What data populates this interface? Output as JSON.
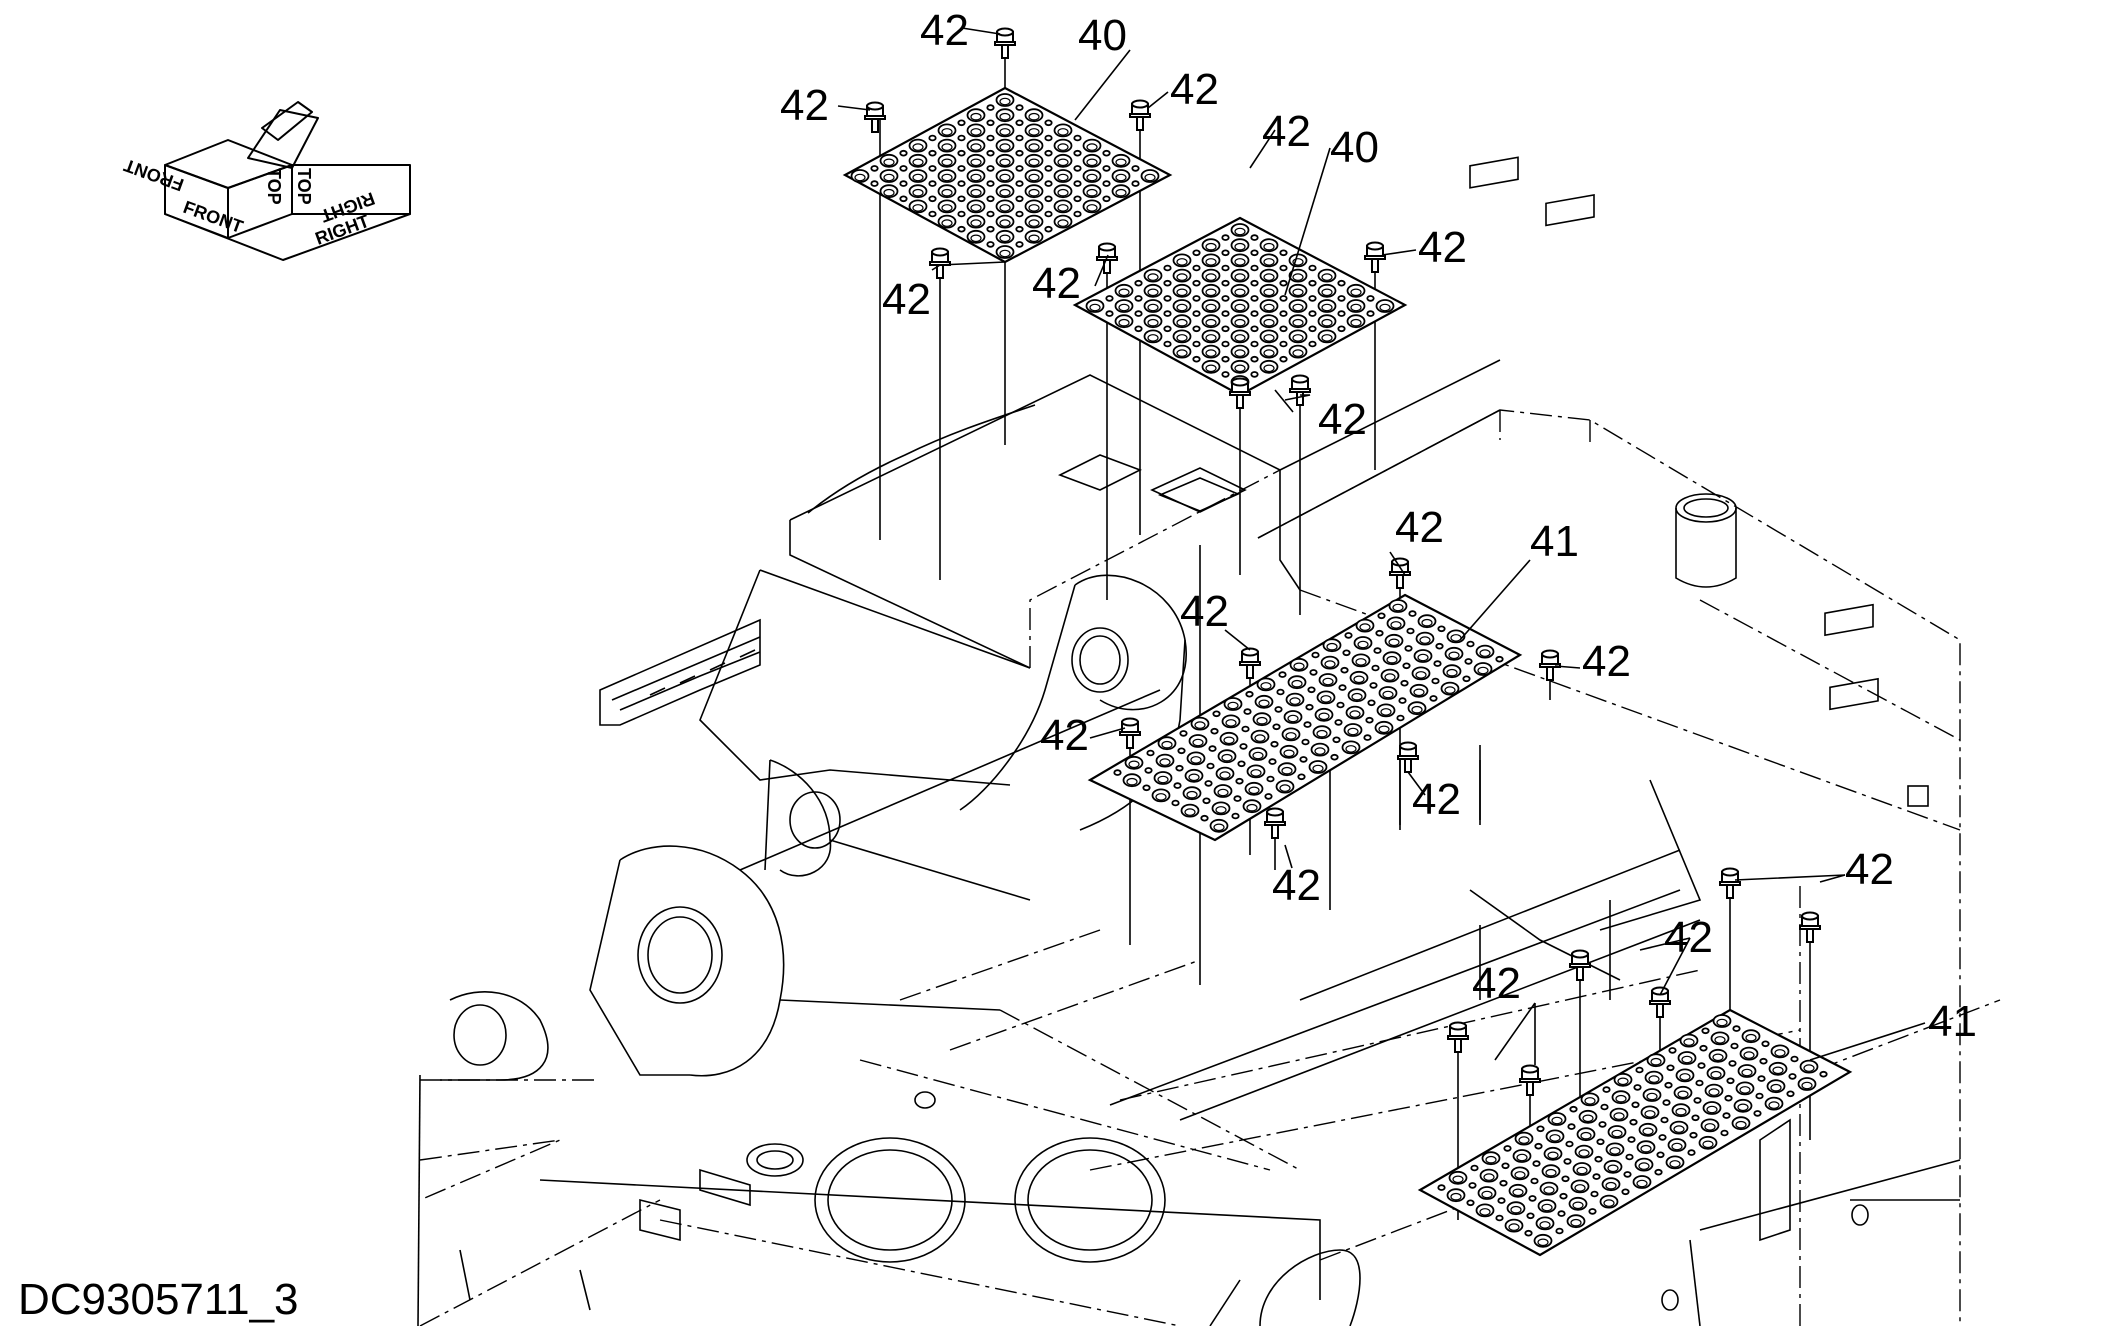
{
  "drawing_id": "DC9305711_3",
  "orientation": {
    "labels": [
      "FRONT",
      "TOP",
      "TOP",
      "RIGHT",
      "FRONT",
      "RIGHT"
    ]
  },
  "callouts": {
    "plate_40": "40",
    "plate_41": "41",
    "bolt_42": "42"
  }
}
